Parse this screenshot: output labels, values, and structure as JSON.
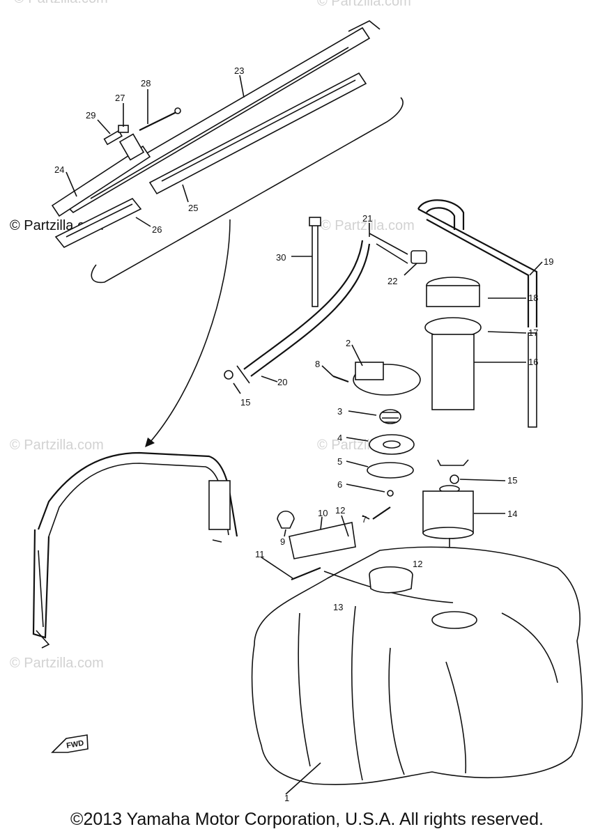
{
  "watermark": {
    "text": "© Partzilla.com"
  },
  "labels": {
    "p1": "1",
    "p2": "2",
    "p3": "3",
    "p4": "4",
    "p5": "5",
    "p6": "6",
    "p7": "7",
    "p8": "8",
    "p9": "9",
    "p10": "10",
    "p11": "11",
    "p12a": "12",
    "p12b": "12",
    "p13": "13",
    "p14": "14",
    "p15a": "15",
    "p15b": "15",
    "p16": "16",
    "p17": "17",
    "p18": "18",
    "p19": "19",
    "p20": "20",
    "p21": "21",
    "p22": "22",
    "p23": "23",
    "p24": "24",
    "p25": "25",
    "p26": "26",
    "p27": "27",
    "p28": "28",
    "p29": "29",
    "p30": "30"
  },
  "fwd_marker": "FWD",
  "copyright": "©2013 Yamaha Motor Corporation, U.S.A. All rights reserved."
}
